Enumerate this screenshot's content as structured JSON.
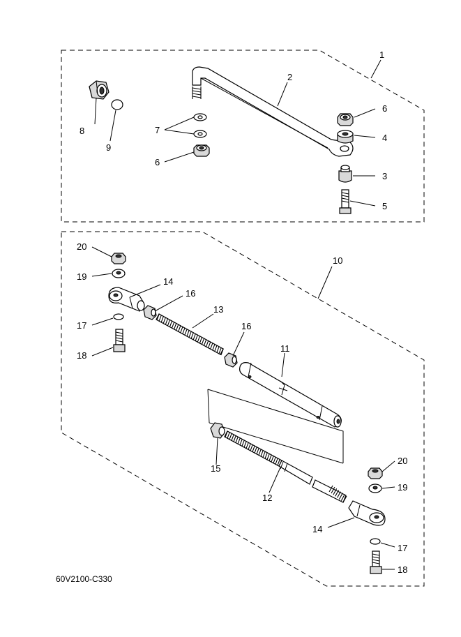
{
  "callouts": {
    "c1": "1",
    "c2": "2",
    "c3": "3",
    "c4": "4",
    "c5": "5",
    "c6a": "6",
    "c6b": "6",
    "c7": "7",
    "c8": "8",
    "c9": "9",
    "c10": "10",
    "c11": "11",
    "c12": "12",
    "c13": "13",
    "c14a": "14",
    "c14b": "14",
    "c15": "15",
    "c16a": "16",
    "c16b": "16",
    "c17a": "17",
    "c17b": "17",
    "c18a": "18",
    "c18b": "18",
    "c19a": "19",
    "c19b": "19",
    "c20a": "20",
    "c20b": "20"
  },
  "drawing_code": "60V2100-C330"
}
